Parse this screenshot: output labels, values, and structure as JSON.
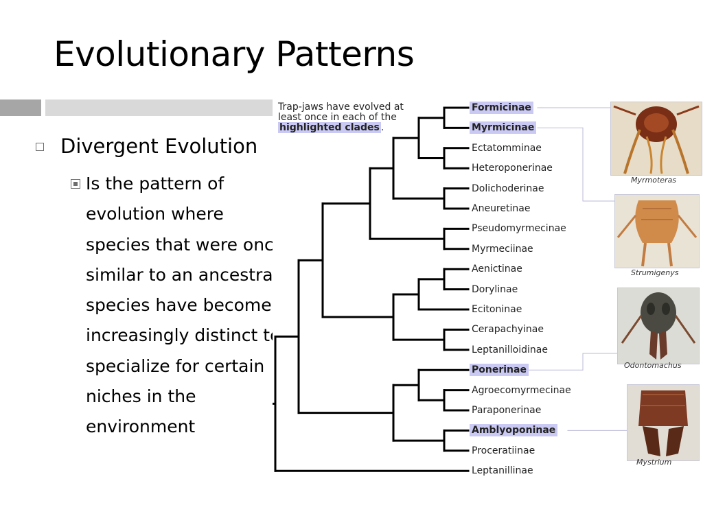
{
  "slide": {
    "title": "Evolutionary Patterns",
    "bullet": "Divergent Evolution",
    "sub_bullet": "Is the pattern of evolution where species that were once similar to an ancestral species have become increasingly distinct to specialize for certain niches in the environment"
  },
  "figure": {
    "note_prefix": "Trap-jaws have evolved at least once in each of the",
    "note_highlight": "highlighted clades",
    "note_suffix": ".",
    "highlight_color": "#c9c9f3",
    "taxa": [
      {
        "name": "Formicinae",
        "highlighted": true
      },
      {
        "name": "Myrmicinae",
        "highlighted": true
      },
      {
        "name": "Ectatomminae",
        "highlighted": false
      },
      {
        "name": "Heteroponerinae",
        "highlighted": false
      },
      {
        "name": "Dolichoderinae",
        "highlighted": false
      },
      {
        "name": "Aneuretinae",
        "highlighted": false
      },
      {
        "name": "Pseudomyrmecinae",
        "highlighted": false
      },
      {
        "name": "Myrmeciinae",
        "highlighted": false
      },
      {
        "name": "Aenictinae",
        "highlighted": false
      },
      {
        "name": "Dorylinae",
        "highlighted": false
      },
      {
        "name": "Ecitoninae",
        "highlighted": false
      },
      {
        "name": "Cerapachyinae",
        "highlighted": false
      },
      {
        "name": "Leptanilloidinae",
        "highlighted": false
      },
      {
        "name": "Ponerinae",
        "highlighted": true
      },
      {
        "name": "Agroecomyrmecinae",
        "highlighted": false
      },
      {
        "name": "Paraponerinae",
        "highlighted": false
      },
      {
        "name": "Amblyoponinae",
        "highlighted": true
      },
      {
        "name": "Proceratiinae",
        "highlighted": false
      },
      {
        "name": "Leptanillinae",
        "highlighted": false
      }
    ],
    "photos": [
      {
        "caption": "Myrmoteras"
      },
      {
        "caption": "Strumigenys"
      },
      {
        "caption": "Odontomachus"
      },
      {
        "caption": "Mystrium"
      }
    ]
  }
}
